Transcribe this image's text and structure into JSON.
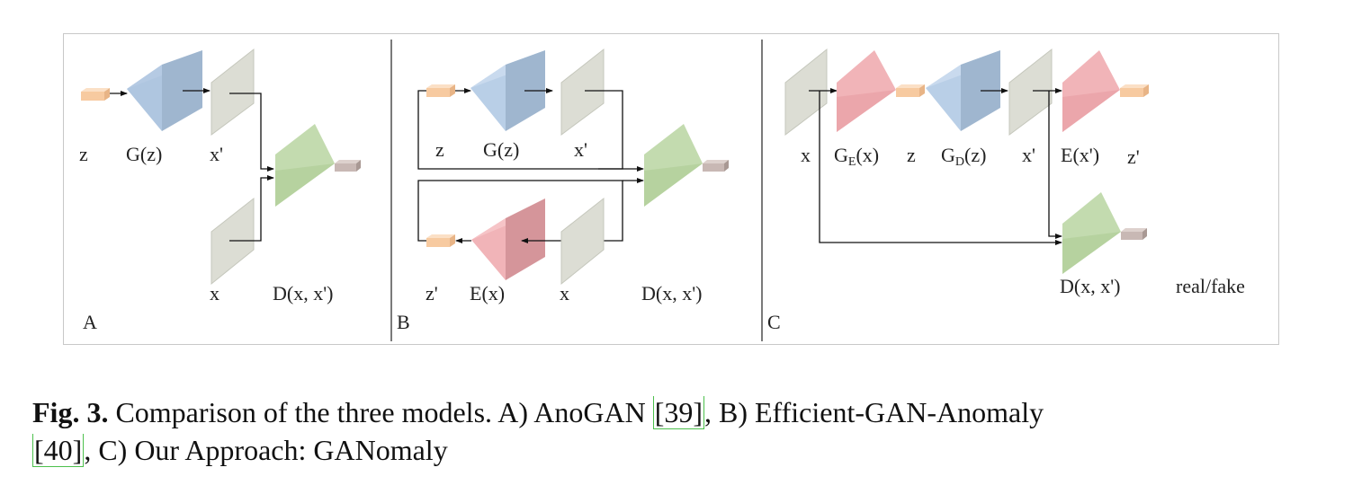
{
  "panels": {
    "a": {
      "letter": "A",
      "z": "z",
      "g": "G(z)",
      "xprime": "x'",
      "x": "x",
      "d": "D(x, x')"
    },
    "b": {
      "letter": "B",
      "z": "z",
      "g": "G(z)",
      "xprime": "x'",
      "zprime": "z'",
      "e": "E(x)",
      "x": "x",
      "d": "D(x, x')"
    },
    "c": {
      "letter": "C",
      "x": "x",
      "ge_main": "G",
      "ge_sub": "E",
      "ge_arg": "(x)",
      "z": "z",
      "gd_main": "G",
      "gd_sub": "D",
      "gd_arg": "(z)",
      "xprime": "x'",
      "e": "E(x')",
      "zprime": "z'",
      "d": "D(x, x')",
      "realfake": "real/fake"
    }
  },
  "caption": {
    "fig_label": "Fig. 3.",
    "text1": " Comparison of the three models. A) AnoGAN ",
    "ref1": "[39]",
    "text2": ", B) Efficient-GAN-Anomaly ",
    "ref2": "[40]",
    "text3": ", C) Our Approach: GANomaly"
  },
  "colors": {
    "latent": "#f7caa0",
    "generator": "#aac3e0",
    "encoder": "#f0a8ac",
    "discriminator": "#bfd9a8",
    "image": "#d9dbd1",
    "output": "#c8b8b4",
    "ref_box": "#4cc04c"
  }
}
